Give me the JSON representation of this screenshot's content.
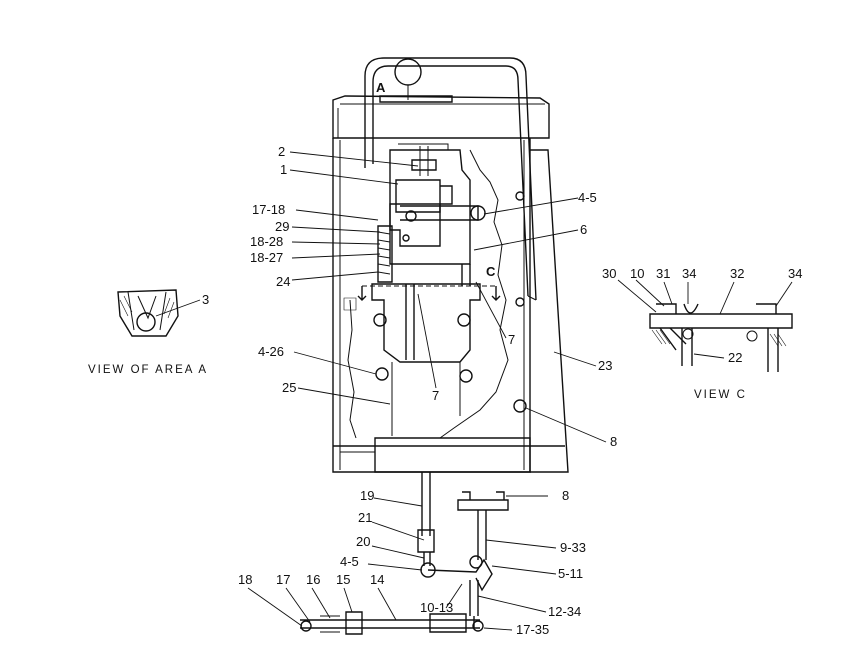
{
  "captions": {
    "view_area_a": "VIEW OF AREA A",
    "view_c": "VIEW C",
    "letter_a": "A",
    "letter_c": "C"
  },
  "callouts": {
    "c2": "2",
    "c1": "1",
    "c17_18": "17-18",
    "c29": "29",
    "c18_28": "18-28",
    "c18_27": "18-27",
    "c24": "24",
    "c4_5_top": "4-5",
    "c6": "6",
    "c7_right": "7",
    "c7_mid": "7",
    "c4_26": "4-26",
    "c25": "25",
    "c23": "23",
    "c8_side": "8",
    "c3": "3",
    "c30": "30",
    "c10_view": "10",
    "c31": "31",
    "c34_a": "34",
    "c32": "32",
    "c34_b": "34",
    "c22": "22",
    "c19": "19",
    "c8_low": "8",
    "c21": "21",
    "c20": "20",
    "c9_33": "9-33",
    "c4_5_low": "4-5",
    "c5_11": "5-11",
    "c18_low": "18",
    "c17_low": "17",
    "c16": "16",
    "c15": "15",
    "c14": "14",
    "c10_13": "10-13",
    "c12_34": "12-34",
    "c17_35": "17-35"
  }
}
